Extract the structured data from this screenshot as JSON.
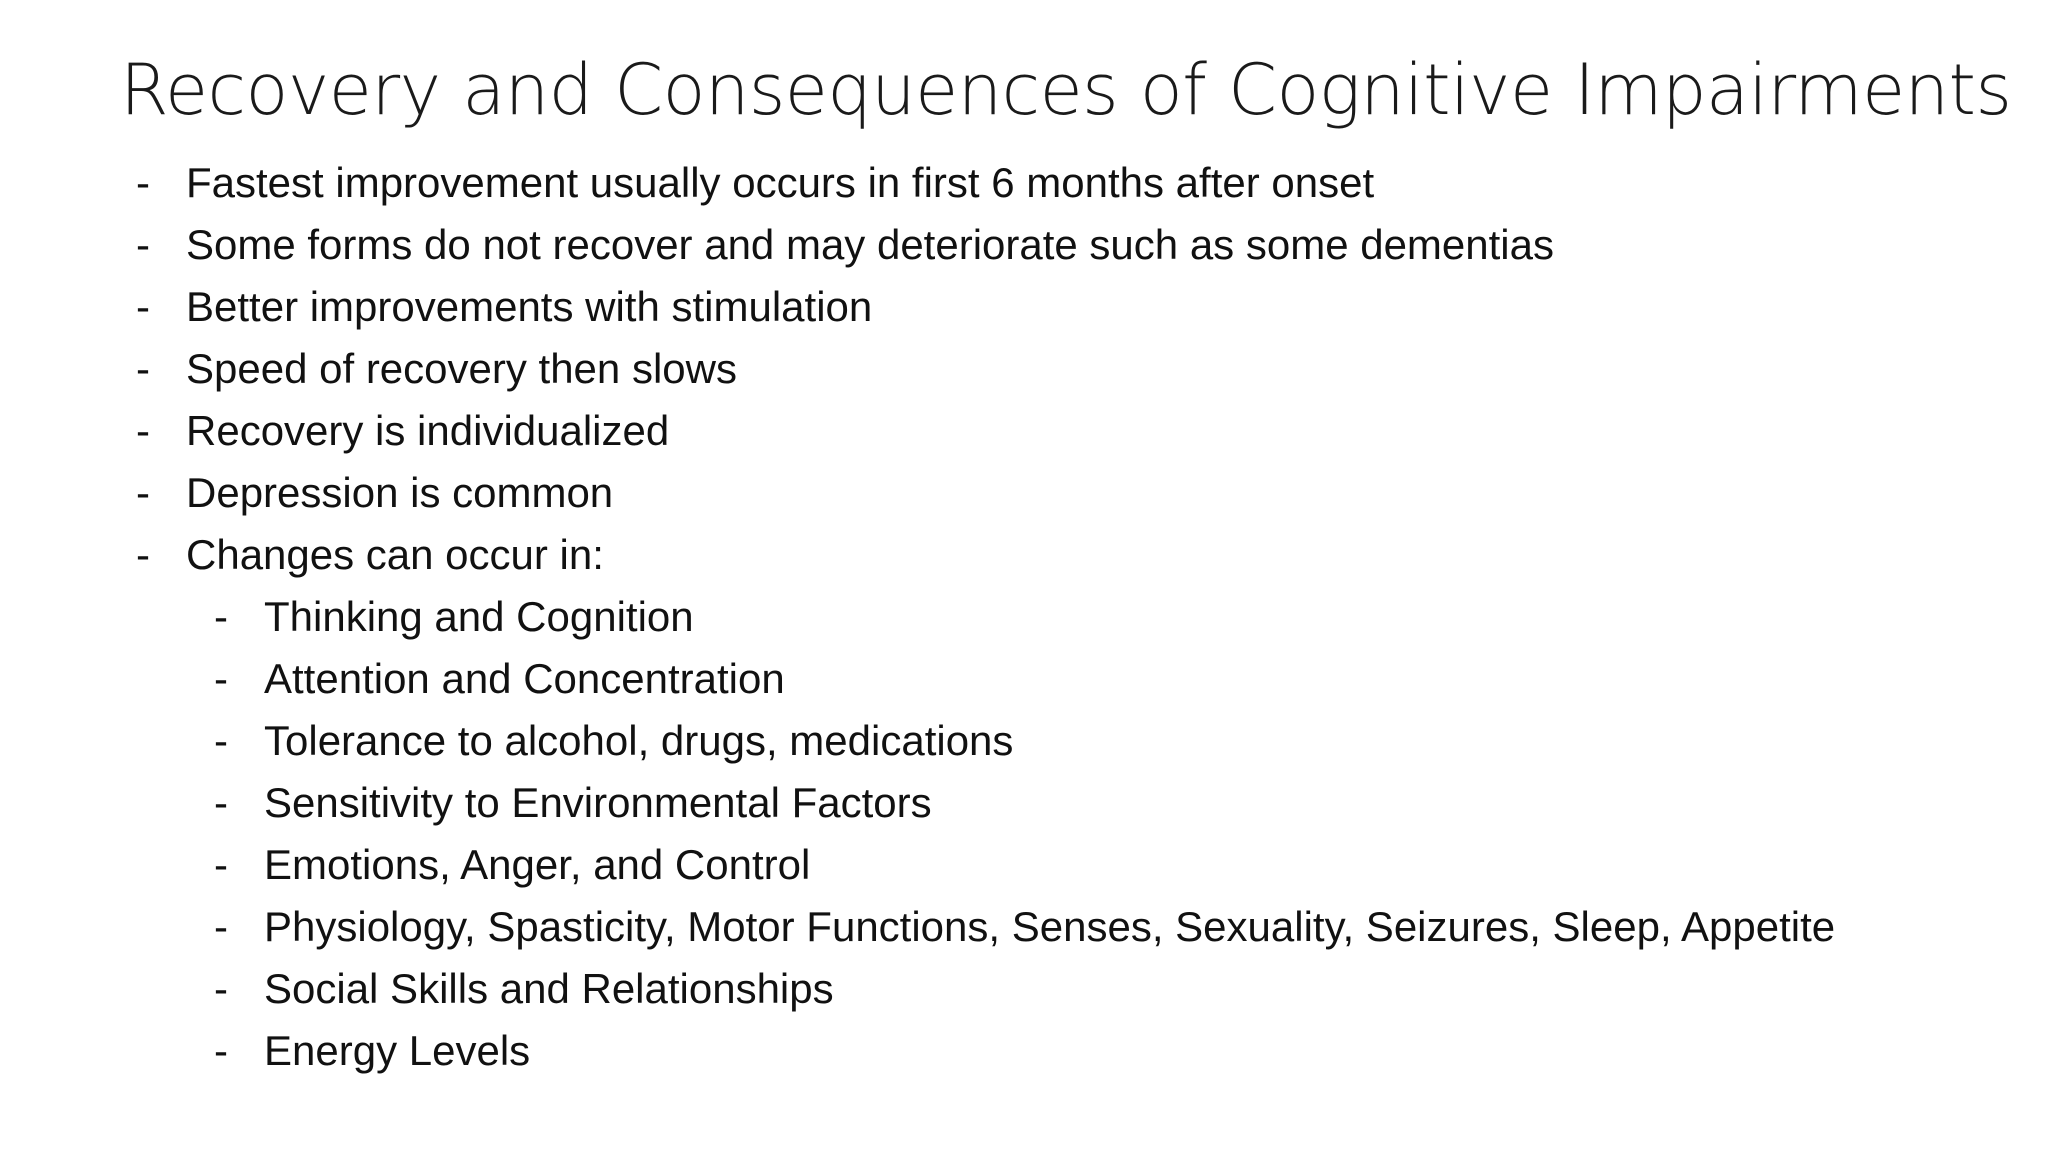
{
  "slide": {
    "title": "Recovery and Consequences of Cognitive Impairments",
    "dash": "-",
    "bullets": [
      "Fastest improvement usually occurs in first 6 months after onset",
      "Some forms do not recover and may deteriorate such as some dementias",
      "Better improvements with stimulation",
      "Speed of recovery then slows",
      "Recovery is individualized",
      "Depression is common",
      "Changes can occur in:"
    ],
    "sub_bullets": [
      "Thinking and Cognition",
      "Attention and Concentration",
      "Tolerance to alcohol, drugs, medications",
      "Sensitivity to Environmental Factors",
      "Emotions, Anger, and Control",
      "Physiology, Spasticity, Motor Functions, Senses, Sexuality, Seizures, Sleep, Appetite",
      "Social Skills and Relationships",
      "Energy Levels"
    ]
  }
}
